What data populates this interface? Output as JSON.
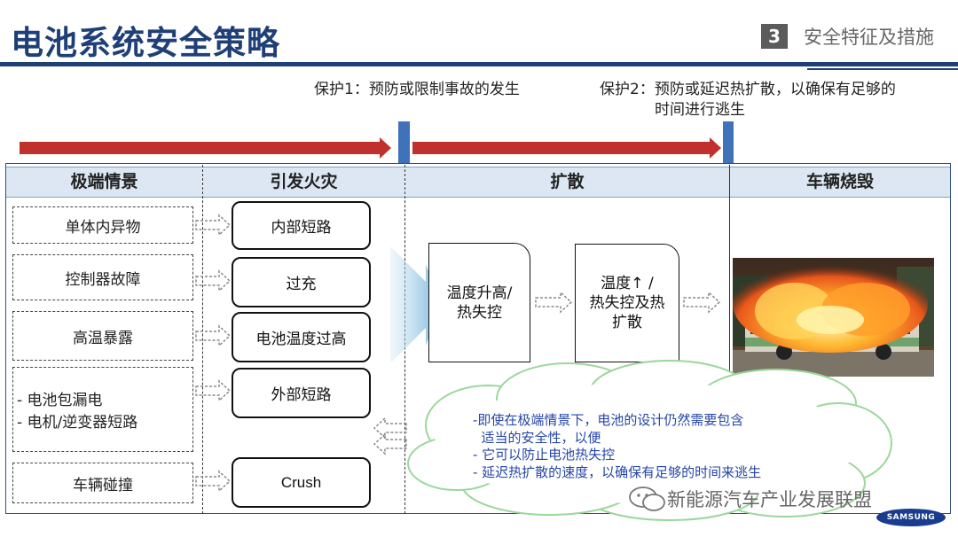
{
  "header": {
    "title": "电池系统安全策略",
    "section_number": "3",
    "section_label": "安全特征及措施"
  },
  "protections": {
    "p1": "保护1：预防或限制事故的发生",
    "p2_line1": "保护2：预防或延迟热扩散，以确保有足够的",
    "p2_line2": "时间进行逃生"
  },
  "columns": [
    "极端情景",
    "引发火灾",
    "扩散",
    "车辆烧毁"
  ],
  "scenarios": [
    "单体内异物",
    "控制器故障",
    "高温暴露",
    "- 电池包漏电",
    "- 电机/逆变器短路",
    "车辆碰撞"
  ],
  "fire_causes": [
    "内部短路",
    "过充",
    "电池温度过高",
    "外部短路",
    "Crush"
  ],
  "spread": {
    "box1_line1": "温度升高/",
    "box1_line2": "热失控",
    "box2_line1": "温度↑  /",
    "box2_line2": "热失控及热",
    "box2_line3": "扩散"
  },
  "cloud": [
    "-即使在极端情景下，电池的设计仍然需要包含",
    "  适当的安全性，以便",
    "- 它可以防止电池热失控",
    "- 延迟热扩散的速度，以确保有足够的时间来逃生"
  ],
  "watermark": "新能源汽车产业发展联盟",
  "logo": "SAMSUNG",
  "colors": {
    "title": "#1f3f77",
    "arrow": "#c0312e",
    "marker": "#3f72b8",
    "header_bg": "#dce7f3",
    "cloud_text": "#2445a8",
    "cloud_border": "#9bd79b"
  }
}
